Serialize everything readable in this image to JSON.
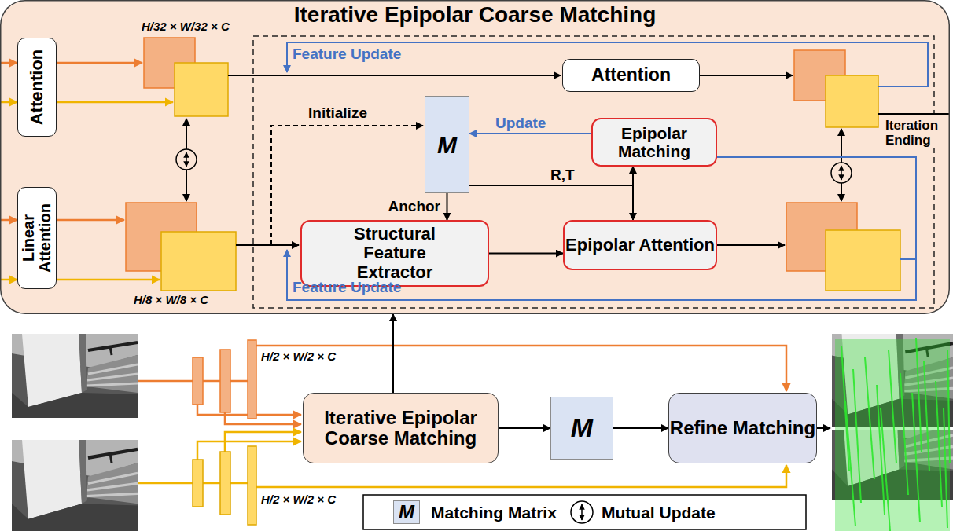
{
  "diagram": {
    "nodes": [
      {
        "text": [
          "Iterative Epipolar Coarse Matching"
        ]
      },
      {
        "text": [
          "Attention"
        ],
        "in": 0
      },
      {
        "text": [
          "Linear Attention"
        ],
        "in": 0
      },
      {
        "text": [
          "M"
        ],
        "in": 0
      },
      {
        "text": [
          "Attention"
        ],
        "in": 0
      },
      {
        "text": [
          "Epipolar Matching"
        ],
        "in": 0
      },
      {
        "text": [
          "Structural Feature Extractor"
        ],
        "in": 0
      },
      {
        "text": [
          "Epipolar Attention"
        ],
        "in": 0
      },
      {
        "text": [
          "Iterative Epipolar Coarse Matching"
        ]
      },
      {
        "text": [
          "M"
        ]
      },
      {
        "text": [
          "Refine Matching"
        ]
      }
    ],
    "edges": [
      {
        "from": 3,
        "to": 6,
        "label": "Anchor",
        "arrow": "to"
      },
      {
        "from": 3,
        "to": 7,
        "label": "R,T",
        "arrow": "to"
      },
      {
        "from": 3,
        "to": 5,
        "arrow": "to"
      },
      {
        "from": 5,
        "to": 3,
        "label": "Update",
        "arrow": "to"
      },
      {
        "from": 6,
        "to": 7,
        "arrow": "to"
      },
      {
        "from": 8,
        "to": 0,
        "arrow": "to"
      },
      {
        "from": 8,
        "to": 9,
        "arrow": "to"
      },
      {
        "from": 9,
        "to": 10,
        "arrow": "to"
      }
    ],
    "labels": [
      "H/32 × W/32 × C",
      "Feature Update",
      "Initialize",
      "Iteration Ending",
      "H/8 × W/8 × C",
      "Feature Update",
      "H/2 × W/2 × C",
      "H/2 × W/2 × C",
      "M"
    ],
    "legend": [
      {
        "text": "Matching Matrix",
        "color": "#dae3f3"
      },
      {
        "text": "Mutual Update"
      }
    ]
  }
}
